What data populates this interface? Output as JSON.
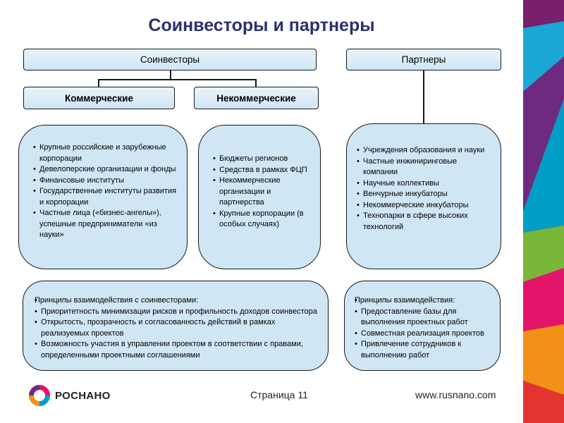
{
  "title": "Соинвесторы и партнеры",
  "coinvestors": {
    "header": "Соинвесторы",
    "commercial": {
      "header": "Коммерческие",
      "items": [
        "Крупные российские и зарубежные корпорации",
        "Девелоперские организации и фонды",
        "Финансовые институты",
        "Государственные институты развития и корпорации",
        "Частные лица («бизнес-ангелы»), успешные предприниматели «из науки»"
      ]
    },
    "noncommercial": {
      "header": "Некоммерческие",
      "items": [
        "Бюджеты регионов",
        "Средства в рамках ФЦП",
        "Некоммерческие организации и партнерства",
        "Крупные корпорации (в особых случаях)"
      ]
    },
    "principles": {
      "intro": "Принципы взаимодействия с соинвесторами:",
      "items": [
        "Приоритетность минимизации рисков и профильность доходов соинвестора",
        "Открытость, прозрачность и согласованность действий в рамках реализуемых проектов",
        "Возможность участия в управлении проектом в соответствии с правами, определенными проектными соглашениями"
      ]
    }
  },
  "partners": {
    "header": "Партнеры",
    "items": [
      "Учреждения образования и науки",
      "Частные инжиниринговые компании",
      "Научные коллективы",
      "Венчурные инкубаторы",
      "Некоммерческие инкубаторы",
      "Технопарки в сфере высоких технологий"
    ],
    "principles": {
      "intro": "Принципы взаимодействия:",
      "items": [
        "Предоставление базы для выполнения проектных работ",
        "Совместная реализация проектов",
        "Привлечение сотрудников к выполнению работ"
      ]
    }
  },
  "footer": {
    "logo_text": "РОСНАНО",
    "page": "Страница 11",
    "site": "www.rusnano.com"
  },
  "colors": {
    "title": "#2d2f72",
    "box_fill": "#cfe6f5",
    "strip": [
      "#6e2a80",
      "#009ec6",
      "#7ab63a",
      "#e2156b",
      "#f29118",
      "#e3342f"
    ]
  }
}
